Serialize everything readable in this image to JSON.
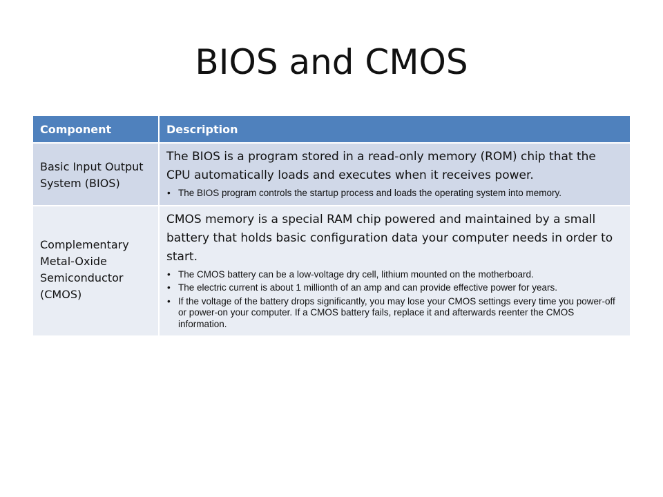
{
  "slide": {
    "title": "BIOS and CMOS"
  },
  "table": {
    "headers": [
      "Component",
      "Description"
    ],
    "rows": [
      {
        "component": "Basic Input Output System (BIOS)",
        "description": "The BIOS is a program stored in a read-only memory (ROM) chip that the CPU automatically loads and executes when it receives power.",
        "bullets": [
          "The BIOS program controls the startup process and loads the operating system into memory."
        ]
      },
      {
        "component": "Complementary Metal-Oxide Semiconductor (CMOS)",
        "description": "CMOS memory is a special RAM chip powered and maintained by a small battery that holds basic configuration data your computer needs in order to start.",
        "bullets": [
          "The CMOS battery can be a low-voltage dry cell, lithium mounted on the motherboard.",
          "The electric current is about 1 millionth of an amp and can provide effective power for years.",
          "If the voltage of the battery drops significantly, you may lose your CMOS settings every time you power-off or power-on your computer. If a CMOS battery fails, replace it and afterwards reenter the CMOS information."
        ]
      }
    ]
  },
  "colors": {
    "header_bg": "#4f81bd",
    "row_odd_bg": "#d0d8e8",
    "row_even_bg": "#e9edf4"
  }
}
